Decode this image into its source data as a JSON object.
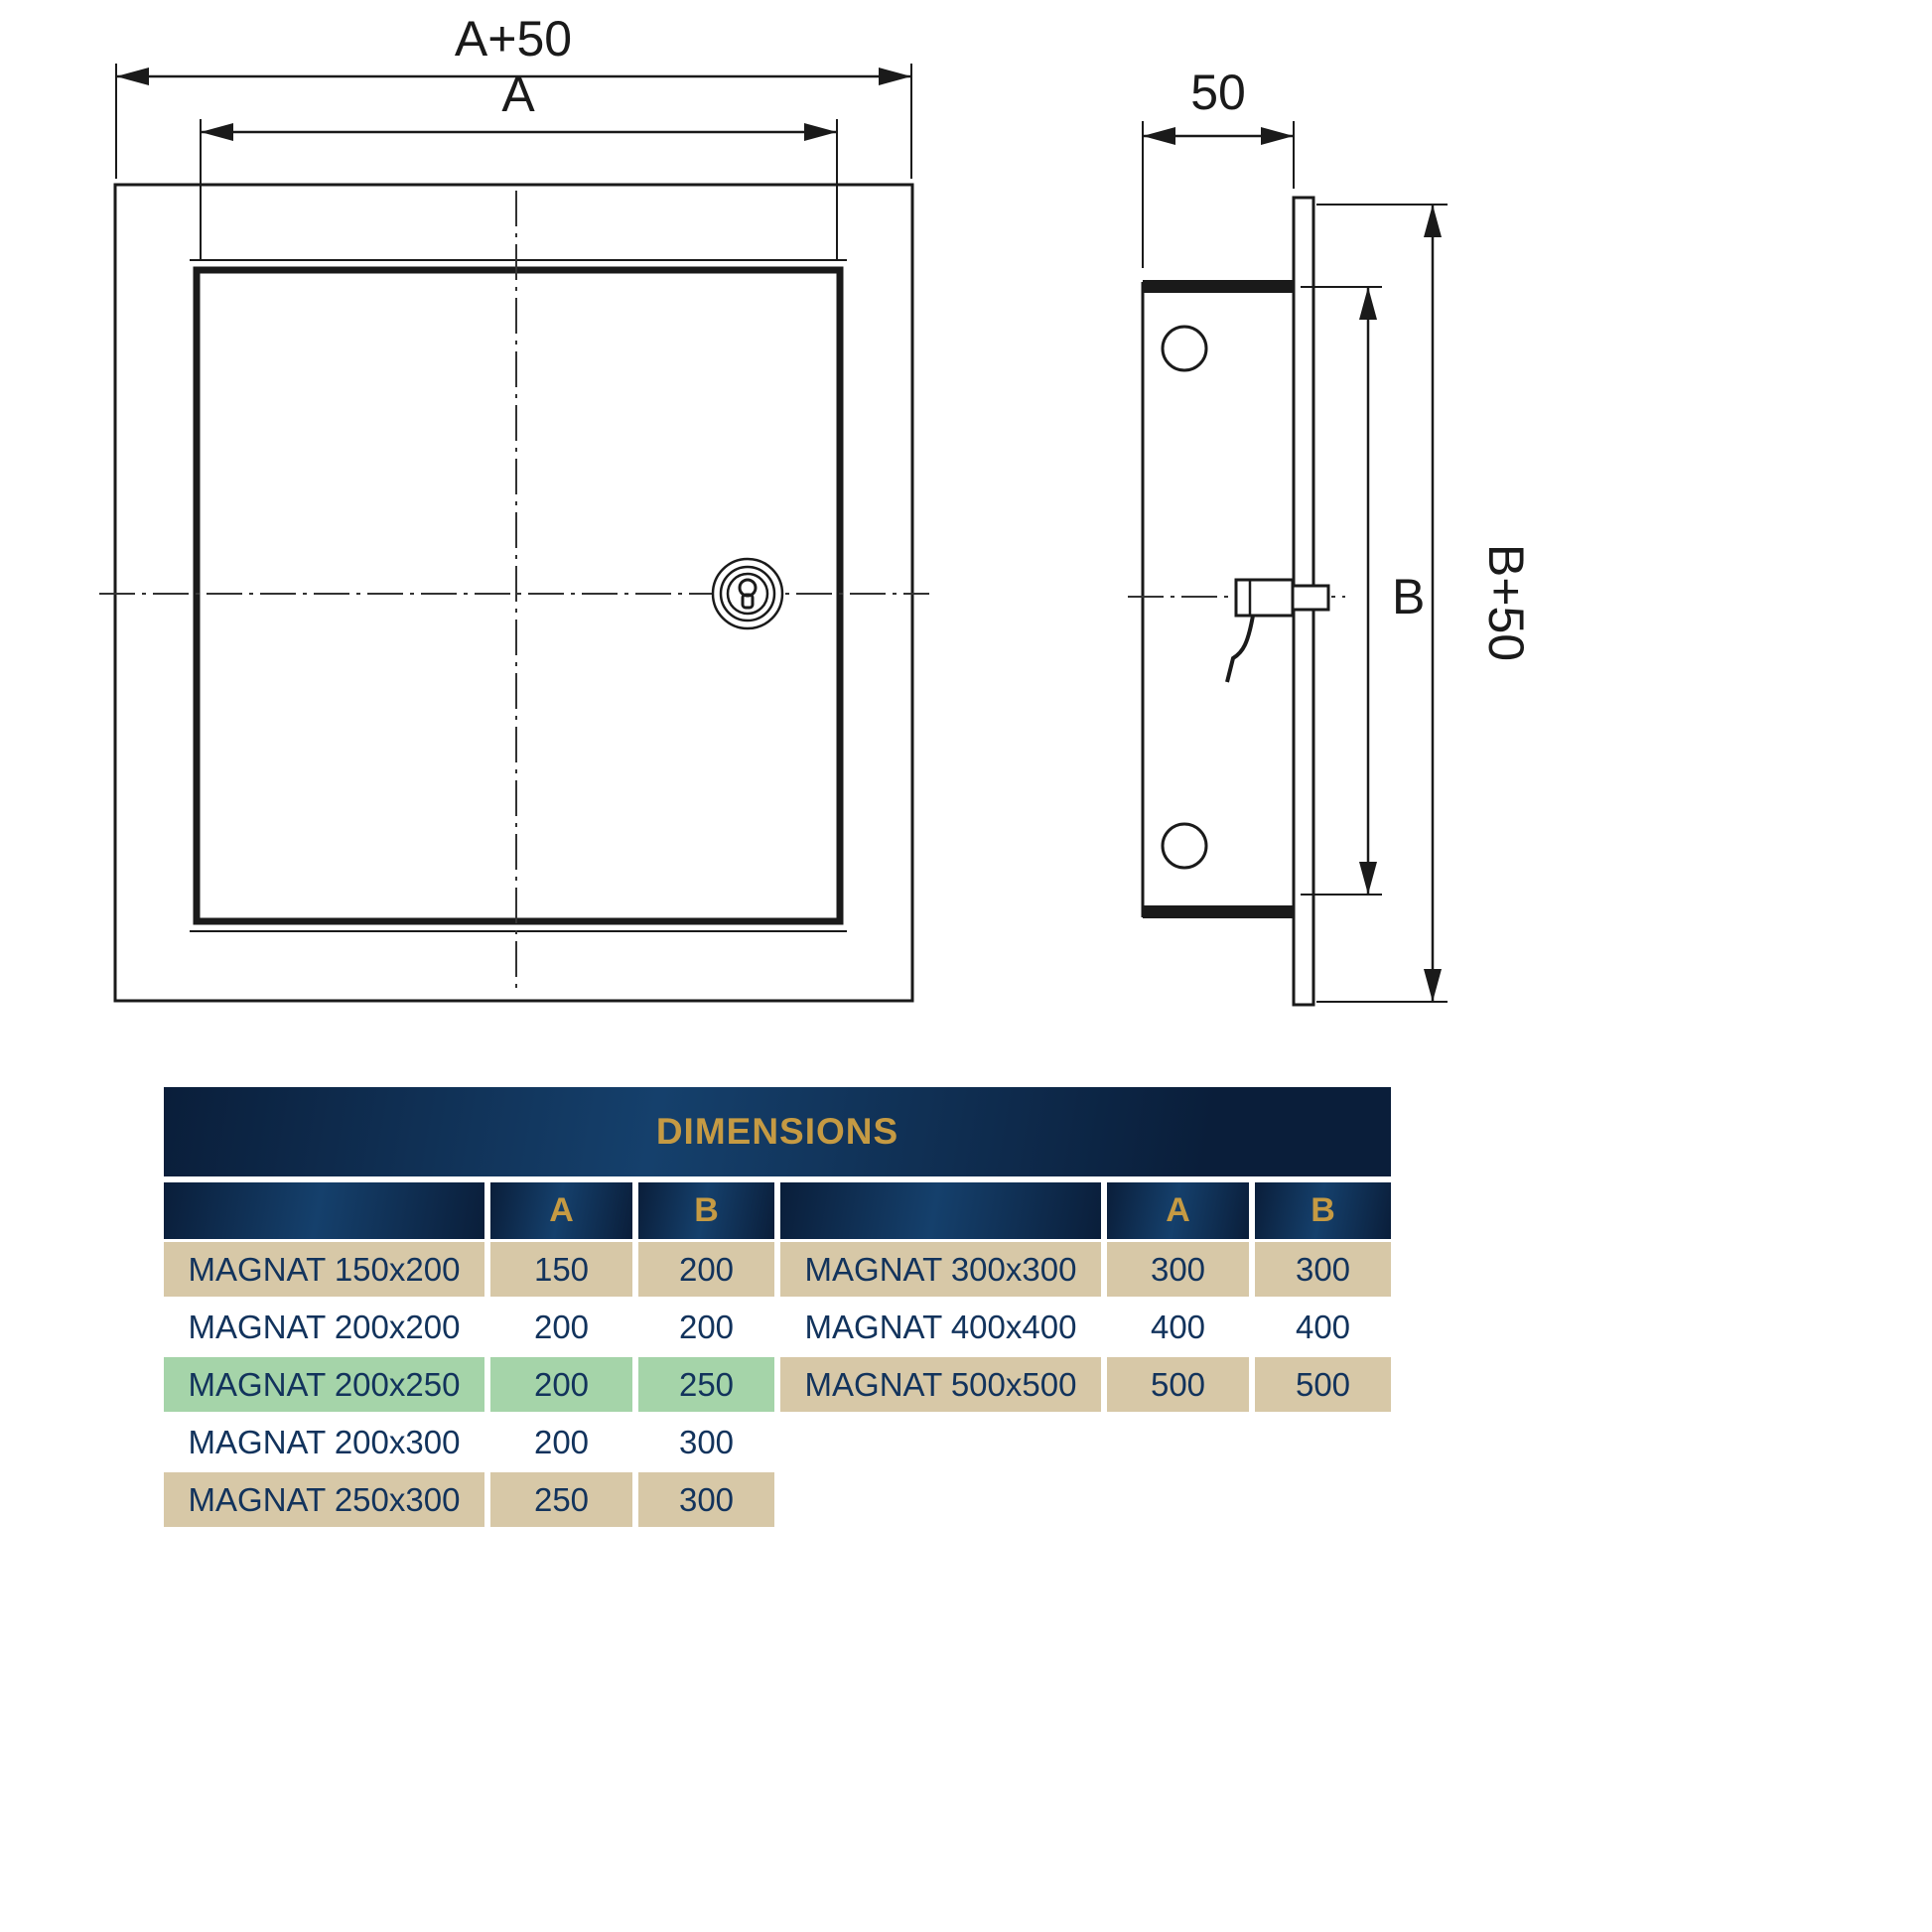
{
  "drawing": {
    "front_view": {
      "dim_outer_width_label": "A+50",
      "dim_inner_width_label": "A"
    },
    "side_view": {
      "dim_depth_label": "50",
      "dim_inner_height_label": "B",
      "dim_outer_height_label": "B+50"
    }
  },
  "table": {
    "title": "DIMENSIONS",
    "col_a": "A",
    "col_b": "B",
    "left_rows": [
      {
        "name": "MAGNAT 150x200",
        "a": "150",
        "b": "200",
        "highlight": "tan"
      },
      {
        "name": "MAGNAT 200x200",
        "a": "200",
        "b": "200",
        "highlight": "white"
      },
      {
        "name": "MAGNAT 200x250",
        "a": "200",
        "b": "250",
        "highlight": "green"
      },
      {
        "name": "MAGNAT 200x300",
        "a": "200",
        "b": "300",
        "highlight": "white"
      },
      {
        "name": "MAGNAT 250x300",
        "a": "250",
        "b": "300",
        "highlight": "tan"
      }
    ],
    "right_rows": [
      {
        "name": "MAGNAT 300x300",
        "a": "300",
        "b": "300",
        "highlight": "tan"
      },
      {
        "name": "MAGNAT 400x400",
        "a": "400",
        "b": "400",
        "highlight": "white"
      },
      {
        "name": "MAGNAT 500x500",
        "a": "500",
        "b": "500",
        "highlight": "tan"
      }
    ],
    "colors": {
      "navy": "#0e2a4c",
      "gold": "#c59a43",
      "tan": "#d7c8a7",
      "green": "#a5d4a9",
      "text": "#12335c",
      "line": "#1a1a1a"
    }
  }
}
